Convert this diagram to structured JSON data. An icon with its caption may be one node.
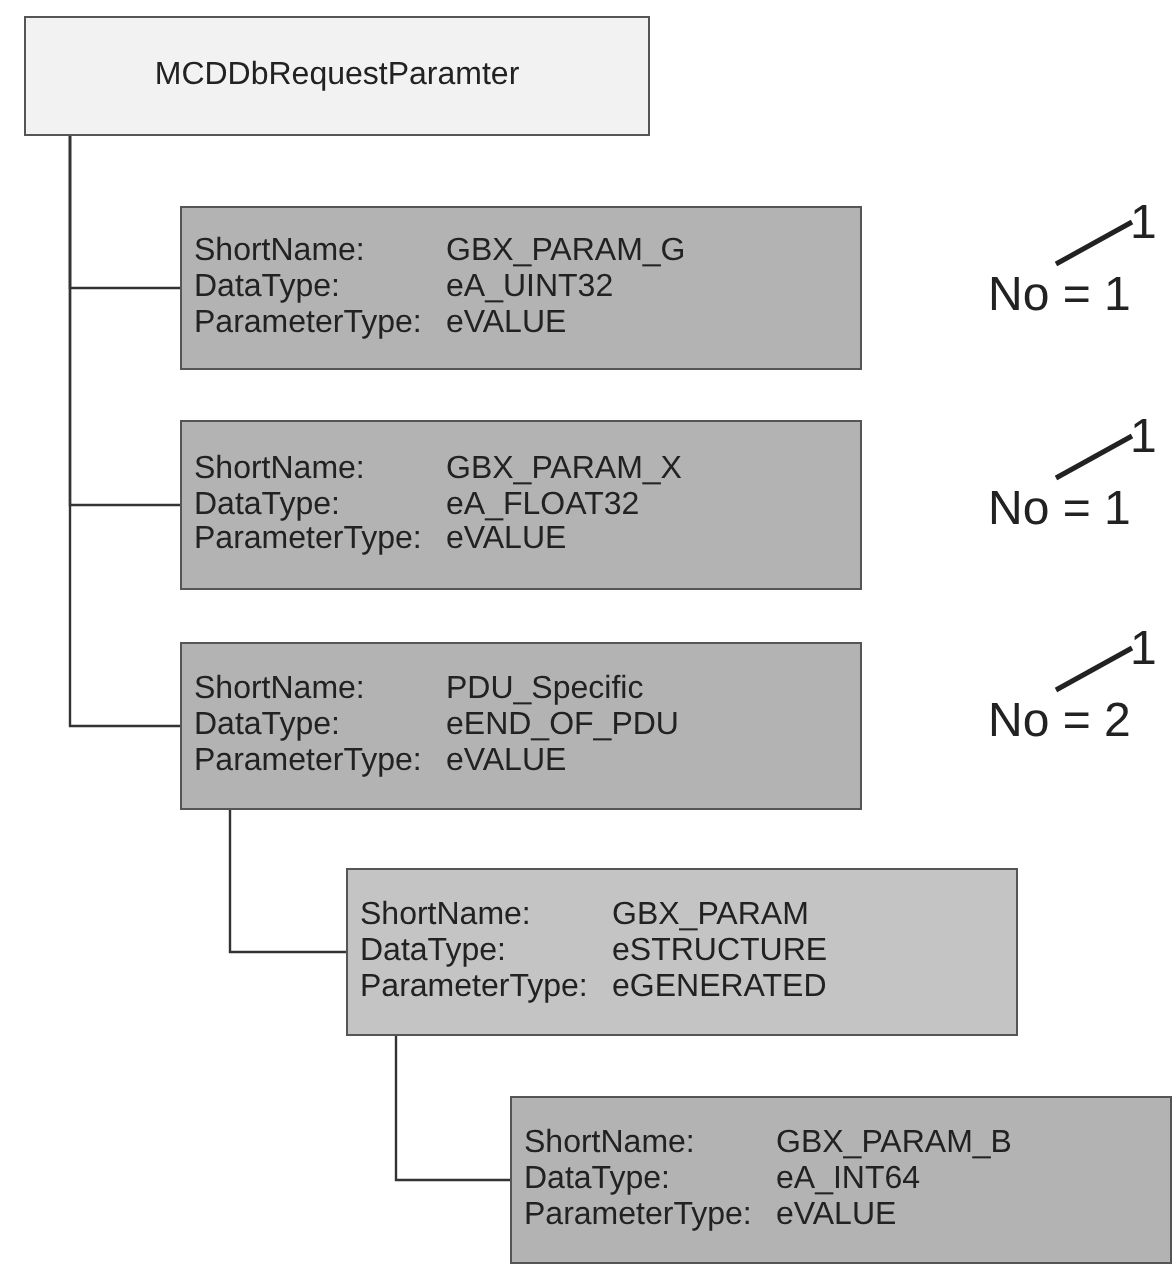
{
  "diagram": {
    "nodes": [
      {
        "text": [
          "MCDDbRequestParamter"
        ]
      },
      {
        "text": [
          "ShortName:",
          "GBX_PARAM_G",
          "DataType:",
          "eA_UINT32",
          "ParameterType:",
          "eVALUE"
        ]
      },
      {
        "text": [
          "ShortName:",
          "GBX_PARAM_X",
          "DataType:",
          "eA_FLOAT32",
          "ParameterType:",
          "eVALUE"
        ]
      },
      {
        "text": [
          "ShortName:",
          "PDU_Specific",
          "DataType:",
          "eEND_OF_PDU",
          "ParameterType:",
          "eVALUE"
        ]
      },
      {
        "text": [
          "ShortName:",
          "GBX_PARAM",
          "DataType:",
          "eSTRUCTURE",
          "ParameterType:",
          "eGENERATED"
        ]
      },
      {
        "text": [
          "ShortName:",
          "GBX_PARAM_B",
          "DataType:",
          "eA_INT64",
          "ParameterType:",
          "eVALUE"
        ]
      }
    ],
    "edges": [
      {
        "from": 0,
        "to": 1,
        "arrow": "none"
      },
      {
        "from": 0,
        "to": 2,
        "arrow": "none"
      },
      {
        "from": 0,
        "to": 3,
        "arrow": "none"
      },
      {
        "from": 3,
        "to": 4,
        "arrow": "none"
      },
      {
        "from": 4,
        "to": 5,
        "arrow": "none"
      }
    ],
    "labels": [
      "1",
      "No = 1",
      "1",
      "No = 1",
      "1",
      "No = 2"
    ]
  }
}
